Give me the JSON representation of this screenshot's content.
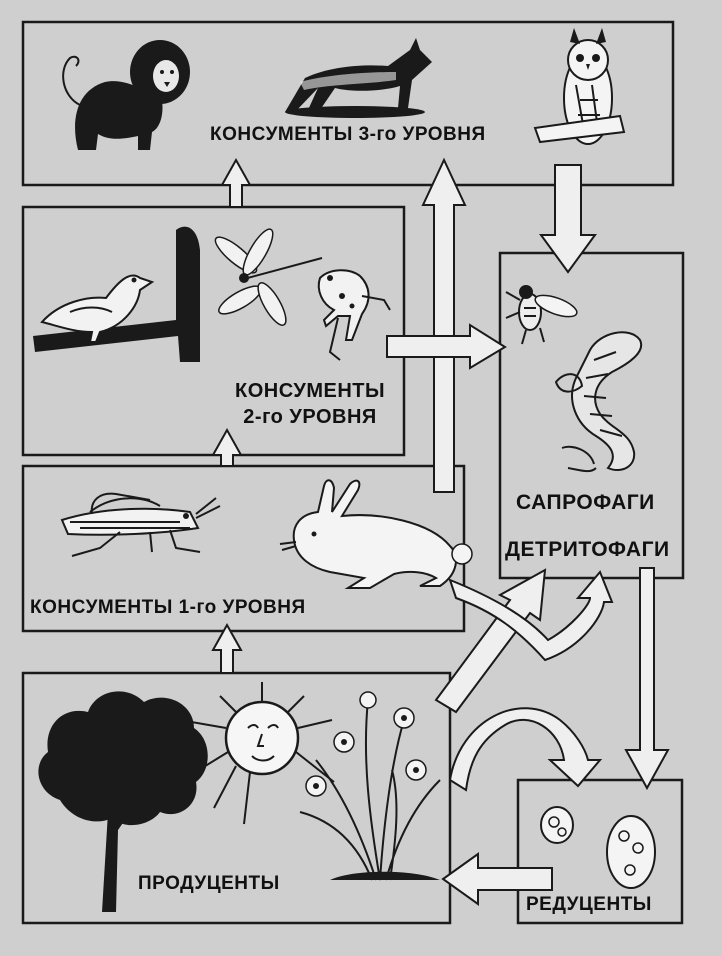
{
  "labels": {
    "consumers_3": "КОНСУМЕНТЫ  3-го УРОВНЯ",
    "consumers_2_line1": "КОНСУМЕНТЫ",
    "consumers_2_line2": "2-го  УРОВНЯ",
    "consumers_1": "КОНСУМЕНТЫ 1-го УРОВНЯ",
    "saprophages": "САПРОФАГИ",
    "detritophages": "ДЕТРИТОФАГИ",
    "producers": "ПРОДУЦЕНТЫ",
    "reducers": "РЕДУЦЕНТЫ"
  },
  "organisms": {
    "consumers_3": [
      "lion-icon",
      "wolf-icon",
      "owl-icon"
    ],
    "consumers_2": [
      "bird-icon",
      "dragonfly-icon",
      "frog-icon"
    ],
    "consumers_1": [
      "grasshopper-icon",
      "rabbit-icon"
    ],
    "saprophages": [
      "fly-icon",
      "worm-icon"
    ],
    "producers": [
      "tree-icon",
      "sun-icon",
      "flower-plant-icon"
    ],
    "reducers": [
      "microbe-icon"
    ]
  },
  "colors": {
    "background": "#cfcfcf",
    "ink": "#111111",
    "arrow_fill": "#efefef"
  }
}
